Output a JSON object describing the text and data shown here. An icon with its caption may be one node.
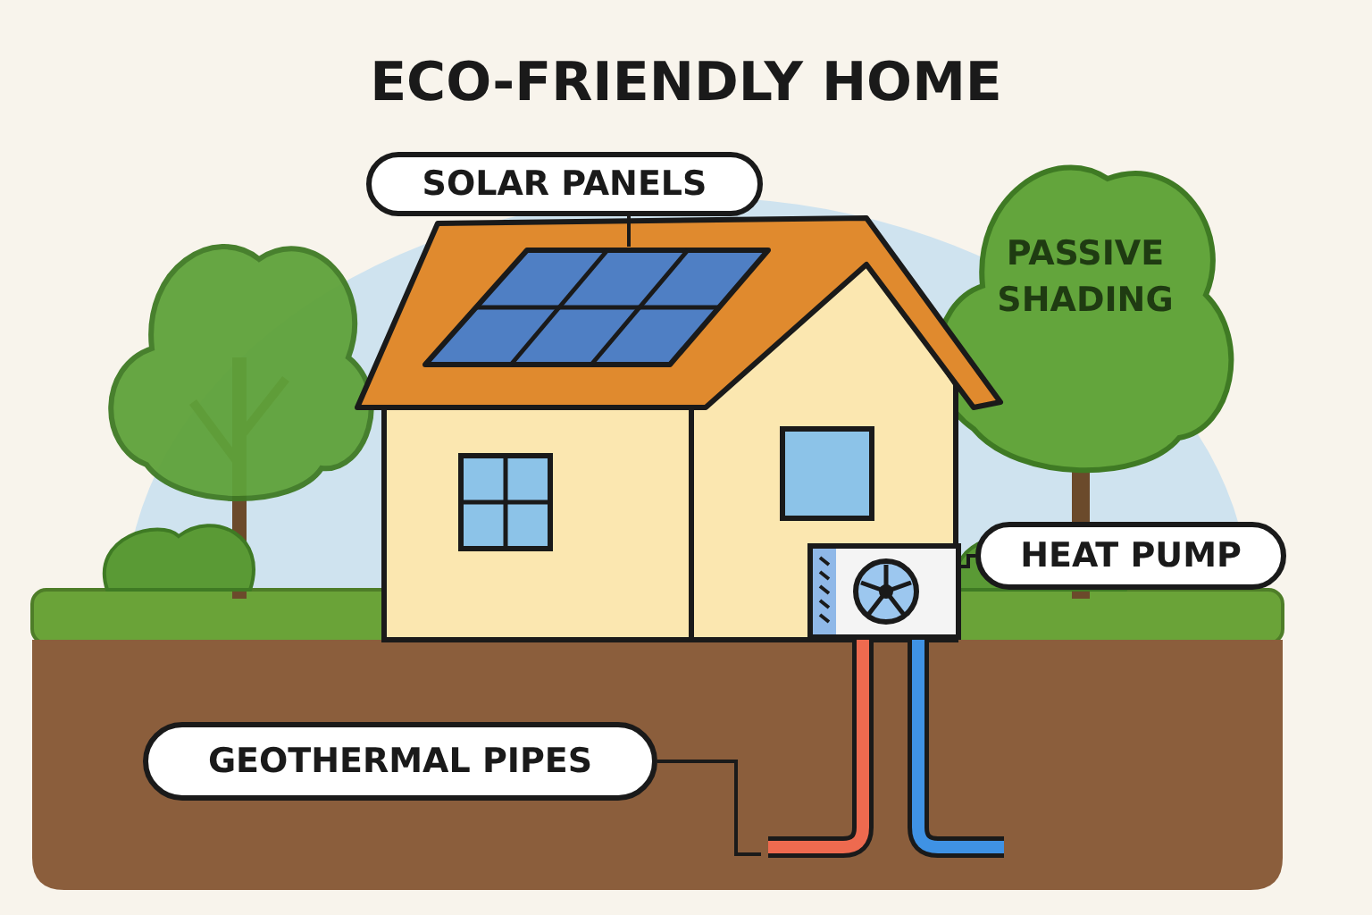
{
  "diagram": {
    "title": "ECO-FRIENDLY HOME",
    "nodes": [
      {
        "text": [
          "SOLAR PANELS"
        ]
      },
      {
        "text": [],
        "shape": "picture"
      },
      {
        "text": [
          "HEAT PUMP"
        ]
      },
      {
        "text": [],
        "shape": "picture"
      },
      {
        "text": [
          "GEOTHERMAL PIPES"
        ]
      },
      {
        "text": [],
        "shape": "picture"
      }
    ],
    "edges": [
      {
        "from": 0,
        "to": 1,
        "arrow": "none"
      },
      {
        "from": 2,
        "to": 3,
        "arrow": "none"
      },
      {
        "from": 4,
        "to": 5,
        "arrow": "none"
      }
    ],
    "labels": [
      "PASSIVE SHADING"
    ]
  }
}
